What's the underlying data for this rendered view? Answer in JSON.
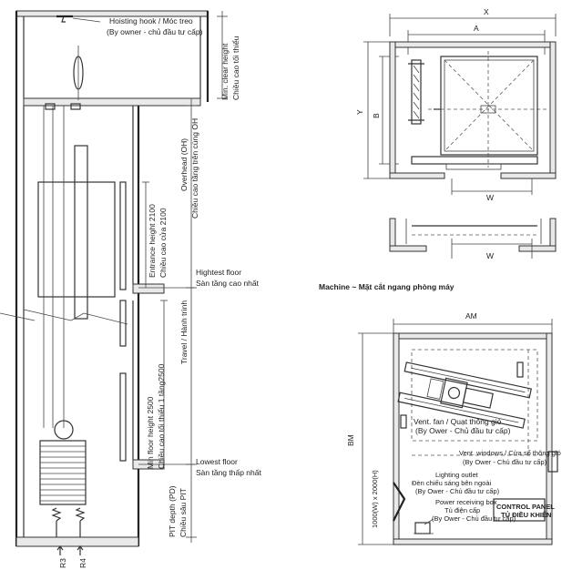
{
  "elevation": {
    "hoisting_hook": "Hoisting hook / Móc treo",
    "hoisting_hook_sub": "(By owner - chủ đầu tư cấp)",
    "min_clear_height": "Min. clear height",
    "min_clear_height_vn": "Chiều cao tối thiểu",
    "overhead": "Overhead (OH)",
    "overhead_vn": "Chiều cao tầng trên cùng OH",
    "entrance_height": "Entrance height 2100",
    "entrance_height_vn": "Chiều cao cửa 2100",
    "highest_floor": "Hightest floor",
    "highest_floor_vn": "Sàn tầng cao nhất",
    "travel": "Travel / Hành trình",
    "min_floor_height": "Min floor height 2500",
    "min_floor_height_vn": "Chiều cao tối thiểu 1 tầng2500",
    "lowest_floor": "Lowest floor",
    "lowest_floor_vn": "Sàn tầng thấp nhất",
    "pit_depth": "PIT depth (PD)",
    "pit_depth_vn": "Chiều sâu PIT",
    "r3": "R3",
    "r4": "R4"
  },
  "plan": {
    "x": "X",
    "a": "A",
    "y": "Y",
    "b": "B",
    "w1": "W",
    "w2": "W"
  },
  "machine": {
    "title": "Machine ~ Mặt cắt ngang phòng máy",
    "am": "AM",
    "bm": "BM",
    "vent_fan": "Vent. fan / Quạt thông gió",
    "vent_fan_sub": "(By Ower - Chủ đầu tư cấp)",
    "vent_windows": "Vent. windows / Cửa sổ thông gió",
    "vent_windows_sub": "(By Ower - Chủ đầu tư cấp)",
    "lighting_outlet": "Lighting outlet",
    "lighting_outlet_vn": "Đèn chiếu sáng bên ngoài",
    "lighting_outlet_sub": "(By Ower - Chủ đầu tư cấp)",
    "door_size": "1000(W) x 2000(H)",
    "power_box": "Power receiving box",
    "power_box_vn": "Tủ điện cấp",
    "power_box_sub": "(By Ower - Chủ đầu tư cấp)",
    "control_panel": "CONTROL PANEL",
    "control_panel_vn": "TỦ ĐIỀU KHIỂN"
  }
}
